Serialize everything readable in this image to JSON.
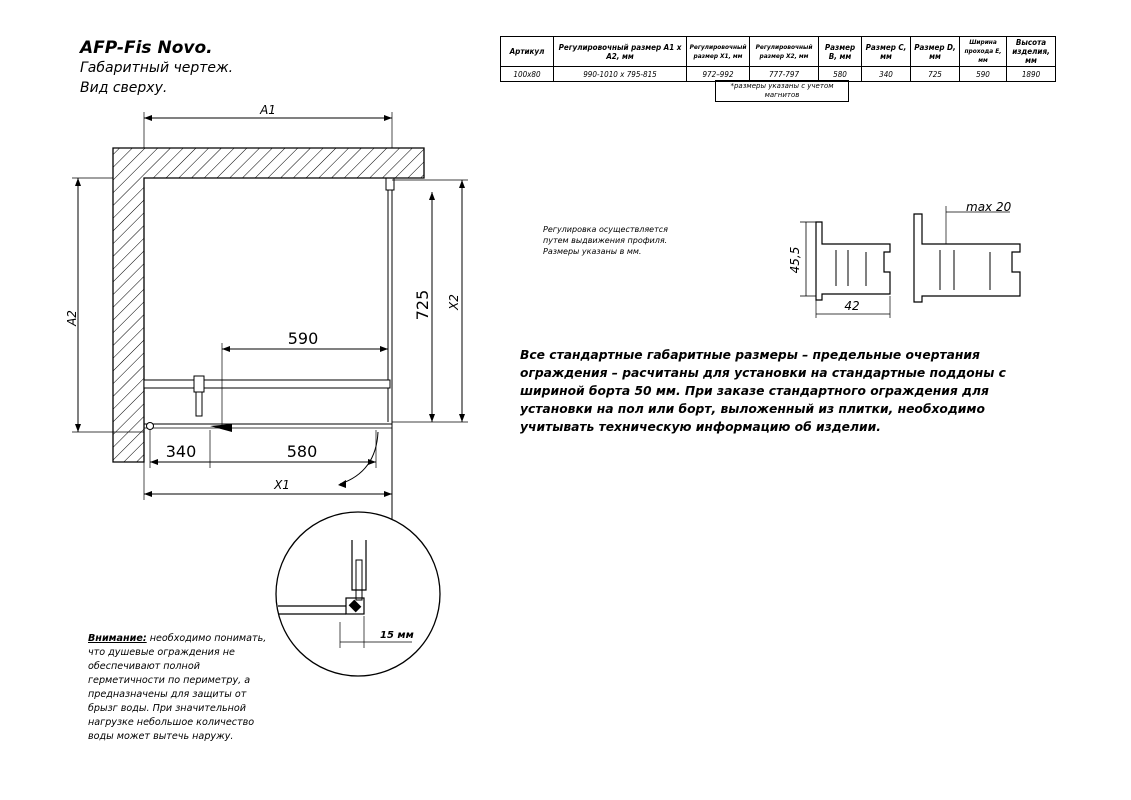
{
  "title": {
    "line1": "AFP-Fis Novo.",
    "line2": "Габаритный чертеж.",
    "line3": "Вид сверху."
  },
  "spec_table": {
    "headers": [
      "Артикул",
      "Регулировочный размер А1 х А2, мм",
      "Регулировочный размер X1, мм",
      "Регулировочный размер X2, мм",
      "Размер B, мм",
      "Размер C, мм",
      "Размер D, мм",
      "Ширина прохода E, мм",
      "Высота изделия, мм"
    ],
    "row": [
      "100x80",
      "990-1010 x 795-815",
      "972–992",
      "777-797",
      "580",
      "340",
      "725",
      "590",
      "1890"
    ],
    "note": "*размеры указаны с учетом магнитов"
  },
  "drawing": {
    "A1": "A1",
    "A2": "A2",
    "X1": "X1",
    "X2": "X2",
    "dim_590": "590",
    "dim_725": "725",
    "dim_340": "340",
    "dim_580": "580",
    "detail_15": "15 мм"
  },
  "profile": {
    "dim_45_5": "45,5",
    "dim_42": "42",
    "dim_max20": "max 20"
  },
  "adjust_note": {
    "line1": "Регулировка осуществляется",
    "line2": "путем выдвижения профиля.",
    "line3": "Размеры указаны в мм."
  },
  "main_note": "Все стандартные габаритные размеры – предельные очертания ограждения – расчитаны для установки на стандартные поддоны с шириной борта 50 мм. При заказе стандартного ограждения для установки на пол или борт, выложенный из плитки, необходимо учитывать техническую информацию об изделии.",
  "warning": {
    "label": "Внимание:",
    "text": "необходимо понимать, что душевые ограждения не обеспечивают полной герметичности по периметру, а предназначены для защиты от брызг воды. При значительной нагрузке небольшое количество воды может вытечь наружу."
  }
}
